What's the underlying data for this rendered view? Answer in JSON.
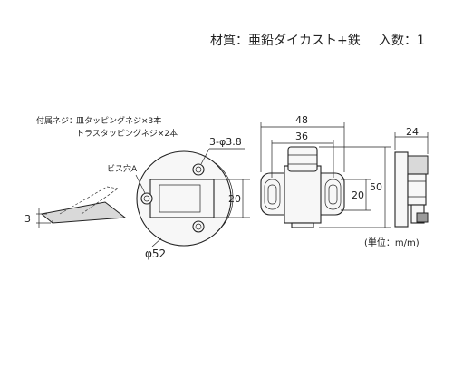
{
  "header": {
    "material_spec": "材質：亜鉛ダイカスト+鉄",
    "quantity_spec": "入数：1"
  },
  "screws": {
    "label": "付属ネジ：",
    "line1": "皿タッピングネジ×3本",
    "line2": "トラスタッピングネジ×2本"
  },
  "front_view": {
    "screw_hole_label": "ビス穴A",
    "hole_spec": "3-φ3.8",
    "plate_thickness": "3",
    "height_dim": "20",
    "diameter": "φ52"
  },
  "center_view": {
    "width_overall": "48",
    "width_inner": "36",
    "height_inner": "20",
    "height_overall": "50"
  },
  "side_view": {
    "depth": "24"
  },
  "unit_note": "(単位：m/m)"
}
